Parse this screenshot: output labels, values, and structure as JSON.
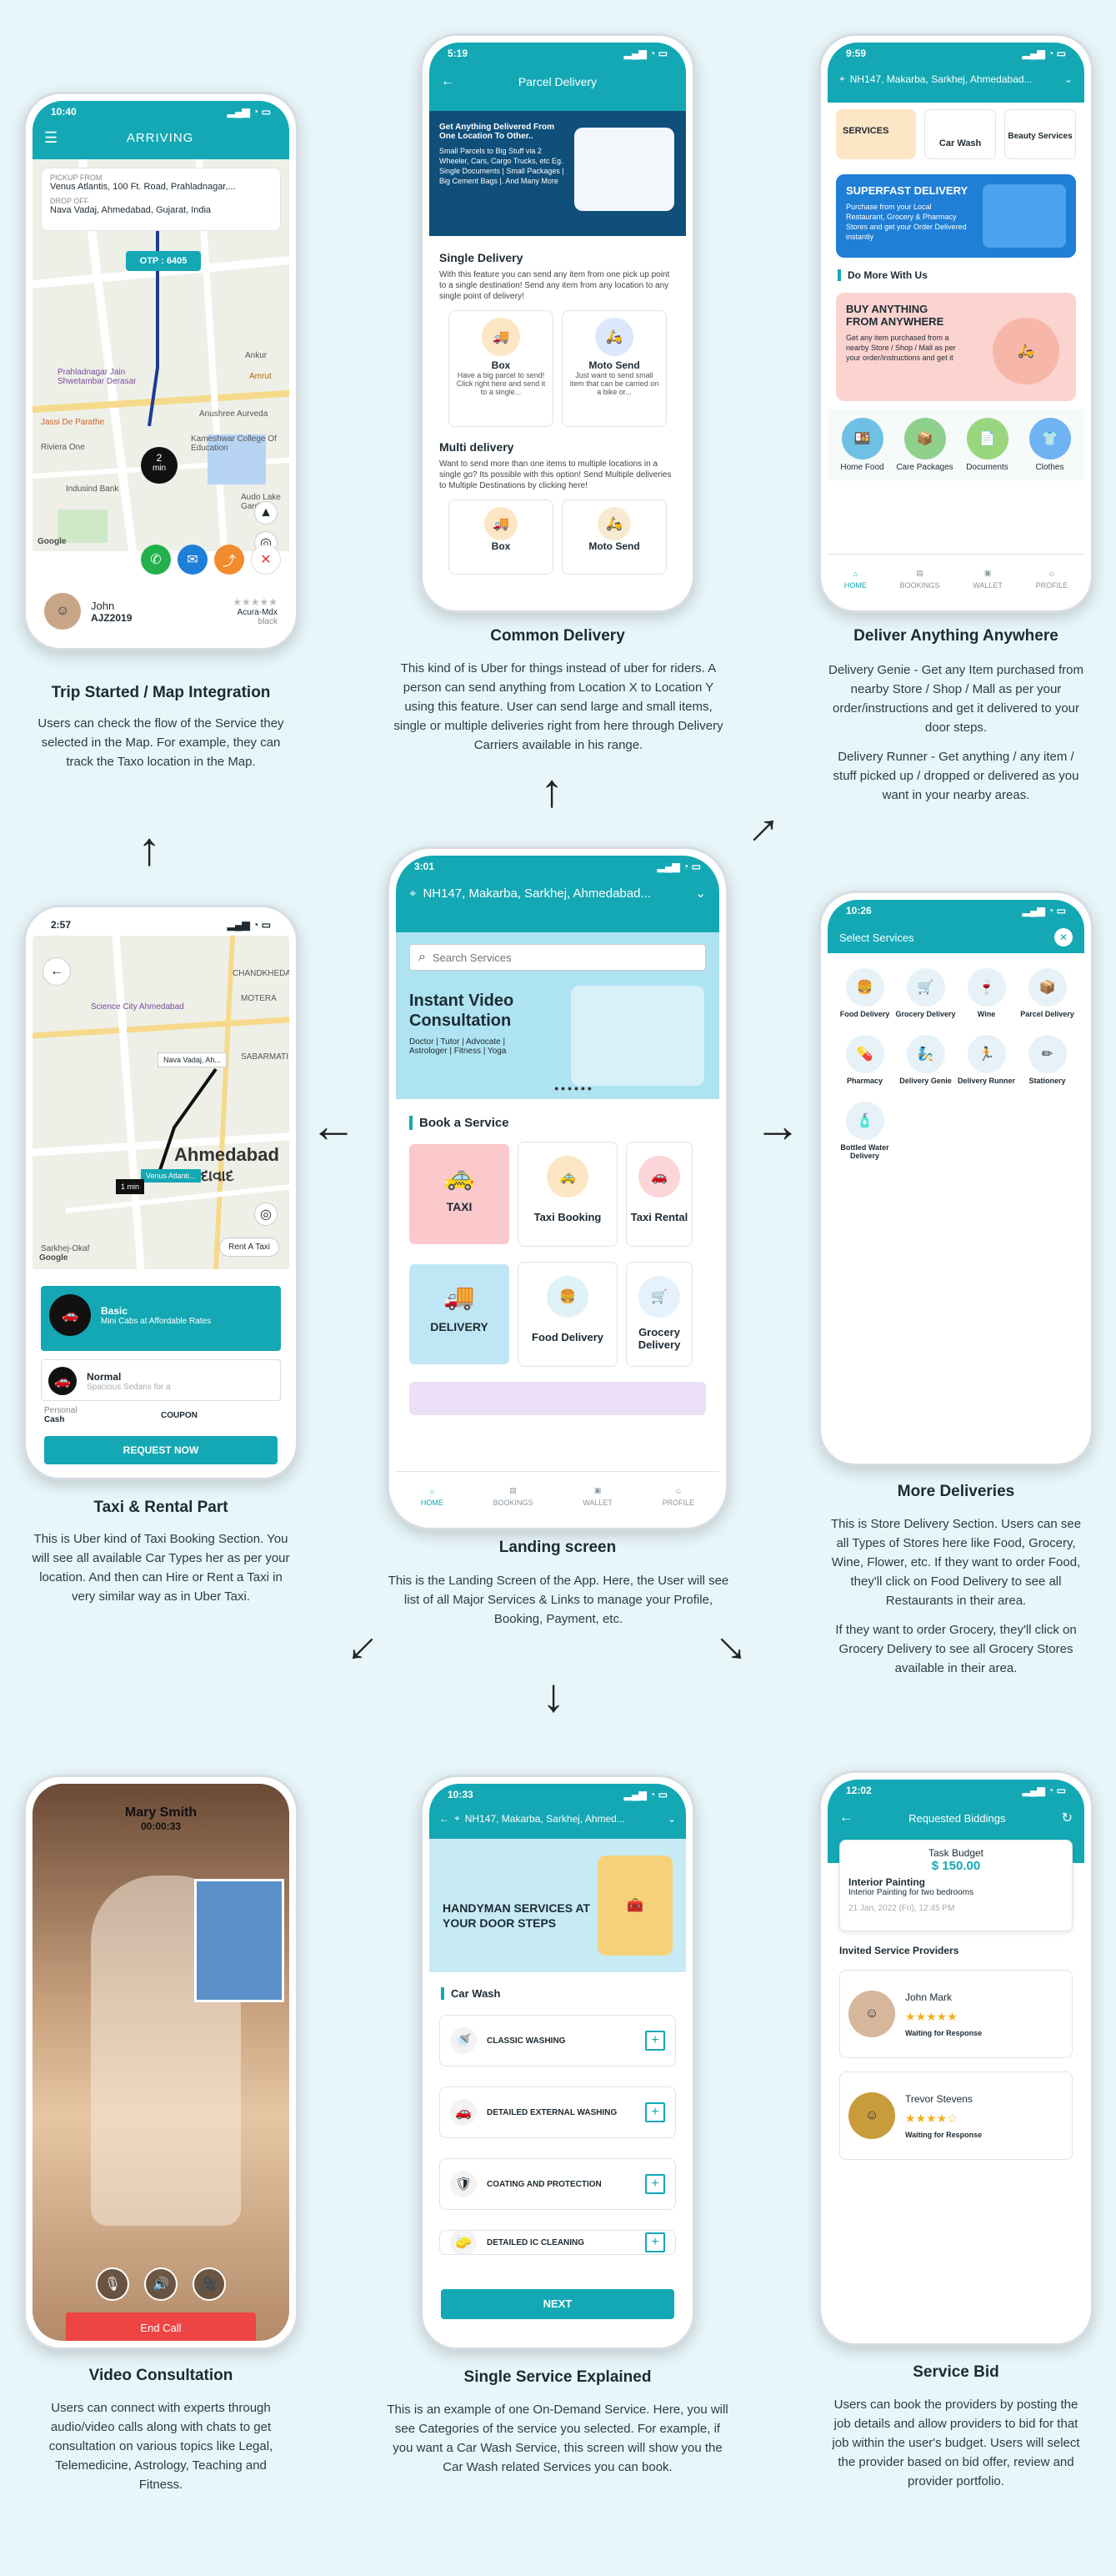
{
  "trip": {
    "time": "10:40",
    "header": "ARRIVING",
    "pickup_label": "PICKUP FROM",
    "pickup_value": "Venus Atlantis, 100 Ft. Road, Prahladnagar,...",
    "drop_label": "DROP OFF",
    "drop_value": "Nava Vadaj, Ahmedabad, Gujarat, India",
    "otp": "OTP : 6405",
    "map_labels": [
      "Prahladnagar Jain Shwetambar Derasar",
      "Jassi De Parathe",
      "Ankur",
      "Amrut",
      "Anushree Aurveda",
      "Kameshwar College Of Education",
      "Indusind Bank",
      "Riviera One",
      "Audo Lake Garden"
    ],
    "eta_number": "2",
    "eta_unit": "min",
    "driver_name": "John",
    "driver_plate": "AJZ2019",
    "car_model": "Acura-Mdx",
    "car_color": "black",
    "google": "Google",
    "caption": "Trip Started / Map Integration",
    "desc": "Users can check the flow of the Service they selected in the Map. For example, they can track the Taxo location in the Map."
  },
  "parcel": {
    "time": "5:19",
    "header": "Parcel Delivery",
    "banner_title": "Get Anything Delivered From One Location To Other..",
    "banner_body": "Small Parcels to Big Stuff via 2 Wheeler, Cars, Cargo Trucks, etc Eg. Single Documents | Small Packages | Big Cement Bags |. And Many More",
    "single_title": "Single Delivery",
    "single_body": "With this feature you can send any item from one pick up point to a single destination! Send any item from any location to any single point of delivery!",
    "box_title": "Box",
    "box_body": "Have a big parcel to send! Click right here and send it to a single...",
    "moto_title": "Moto Send",
    "moto_body": "Just want to send small item that can be carried on a bike or...",
    "multi_title": "Multi delivery",
    "multi_body": "Want to send more than one items to multiple locations in a single go? Its possible with this option! Send Multiple deliveries to Multiple Destinations by clicking here!",
    "box2": "Box",
    "moto2": "Moto Send",
    "caption": "Common Delivery",
    "desc": "This kind of is Uber for things instead of uber for riders. A person can send anything from Location X to Location Y using this feature. User can send large and small items, single or multiple deliveries right from here through Delivery Carriers available in his range."
  },
  "deliver": {
    "time": "9:59",
    "location": "NH147, Makarba, Sarkhej, Ahmedabad...",
    "services": "SERVICES",
    "car_wash": "Car Wash",
    "beauty": "Beauty Services",
    "superfast_title": "SUPERFAST DELIVERY",
    "superfast_body": "Purchase from your Local Restaurant, Grocery & Pharmacy Stores and get your Order Delivered instantly",
    "do_more": "Do More With Us",
    "buy_title": "BUY ANYTHING FROM ANYWHERE",
    "buy_body": "Get any item purchased from a nearby Store / Shop / Mall as per your order/instructions and get it",
    "cats": [
      "Home Food",
      "Care Packages",
      "Documents",
      "Clothes"
    ],
    "caption": "Deliver Anything Anywhere",
    "desc1": "Delivery Genie - Get any Item purchased from nearby Store / Shop / Mall as per your order/instructions and get it delivered to your door steps.",
    "desc2": "Delivery Runner - Get anything / any item / stuff picked up / dropped or delivered as you want in your nearby areas."
  },
  "nav": {
    "home": "HOME",
    "bookings": "BOOKINGS",
    "wallet": "WALLET",
    "profile": "PROFILE"
  },
  "taxi": {
    "time": "2:57",
    "map_labels": [
      "Science City Ahmedabad",
      "CHANDKHEDA",
      "Ahmedabad",
      "અમદાવાદ",
      "Sarkhej-Okaf",
      "MOTERA",
      "SABARMATI"
    ],
    "pickup_tag": "Nava Vadaj, Ah...",
    "drop_tag": "Venus Atlanti...",
    "eta": "1 min",
    "rent": "Rent A Taxi",
    "basic_title": "Basic",
    "basic_sub": "Mini Cabs at Affordable Rates",
    "normal_title": "Normal",
    "normal_sub": "Spacious Sedans for a",
    "personal": "Personal",
    "cash": "Cash",
    "coupon": "COUPON",
    "request": "REQUEST NOW",
    "google": "Google",
    "caption": "Taxi & Rental Part",
    "desc": "This is Uber kind of Taxi Booking Section. You will see all available Car Types her as per your location. And then can Hire or Rent a Taxi in very similar way as in Uber Taxi."
  },
  "landing": {
    "time": "3:01",
    "location": "NH147, Makarba, Sarkhej, Ahmedabad...",
    "search_placeholder": "Search Services",
    "banner_title": "Instant Video Consultation",
    "banner_sub": "Doctor | Tutor | Advocate | Astrologer | Fitness | Yoga",
    "book": "Book a Service",
    "taxi": "TAXI",
    "taxi_booking": "Taxi Booking",
    "taxi_rental": "Taxi Rental",
    "delivery": "DELIVERY",
    "food_delivery": "Food Delivery",
    "grocery_delivery": "Grocery Delivery",
    "caption": "Landing screen",
    "desc": "This is the Landing Screen of the App. Here, the User will see list of all Major Services & Links to manage your Profile, Booking, Payment, etc."
  },
  "more": {
    "time": "10:26",
    "header": "Select Services",
    "items": [
      "Food Delivery",
      "Grocery Delivery",
      "Wine",
      "Parcel Delivery",
      "Pharmacy",
      "Delivery Genie",
      "Delivery Runner",
      "Stationery",
      "Bottled Water Delivery"
    ],
    "caption": "More Deliveries",
    "desc1": "This is Store Delivery Section. Users can see all Types of Stores here like Food, Grocery, Wine, Flower, etc. If they want to order Food, they'll click on Food Delivery to see all Restaurants in their area.",
    "desc2": "If they want to order Grocery, they'll click on Grocery Delivery to see all Grocery Stores available in their area."
  },
  "video": {
    "name": "Mary Smith",
    "timer": "00:00:33",
    "end": "End Call",
    "caption": "Video Consultation",
    "desc": "Users can connect with experts through audio/video calls along with chats to get consultation on various topics like Legal, Telemedicine, Astrology, Teaching and Fitness."
  },
  "single": {
    "time": "10:33",
    "location": "NH147, Makarba, Sarkhej, Ahmed...",
    "banner": "HANDYMAN SERVICES AT YOUR DOOR STEPS",
    "section": "Car Wash",
    "items": [
      "CLASSIC WASHING",
      "DETAILED EXTERNAL WASHING",
      "COATING AND PROTECTION",
      "DETAILED IC CLEANING"
    ],
    "next": "NEXT",
    "caption": "Single Service Explained",
    "desc": "This is an example of one On-Demand Service. Here, you will see Categories of the service you selected. For example, if you want a Car Wash Service, this screen will show you the Car Wash related Services you can book."
  },
  "bid": {
    "time": "12:02",
    "header": "Requested Biddings",
    "budget_label": "Task Budget",
    "budget": "$ 150.00",
    "task": "Interior Painting",
    "task_sub": "Interior Painting for two bedrooms",
    "date": "21 Jan, 2022 (Fri), 12:45 PM",
    "invited": "Invited Service Providers",
    "p1_name": "John Mark",
    "p1_status": "Waiting for Response",
    "p2_name": "Trevor Stevens",
    "p2_status": "Waiting for Response",
    "caption": "Service Bid",
    "desc": "Users can book the providers by posting the job details and allow providers to bid for that job within the user's budget. Users will select the provider based on bid offer, review and provider portfolio."
  },
  "colors": {
    "teal": "#13a8b4",
    "bg": "#e8f6fa",
    "red": "#ef4444"
  }
}
